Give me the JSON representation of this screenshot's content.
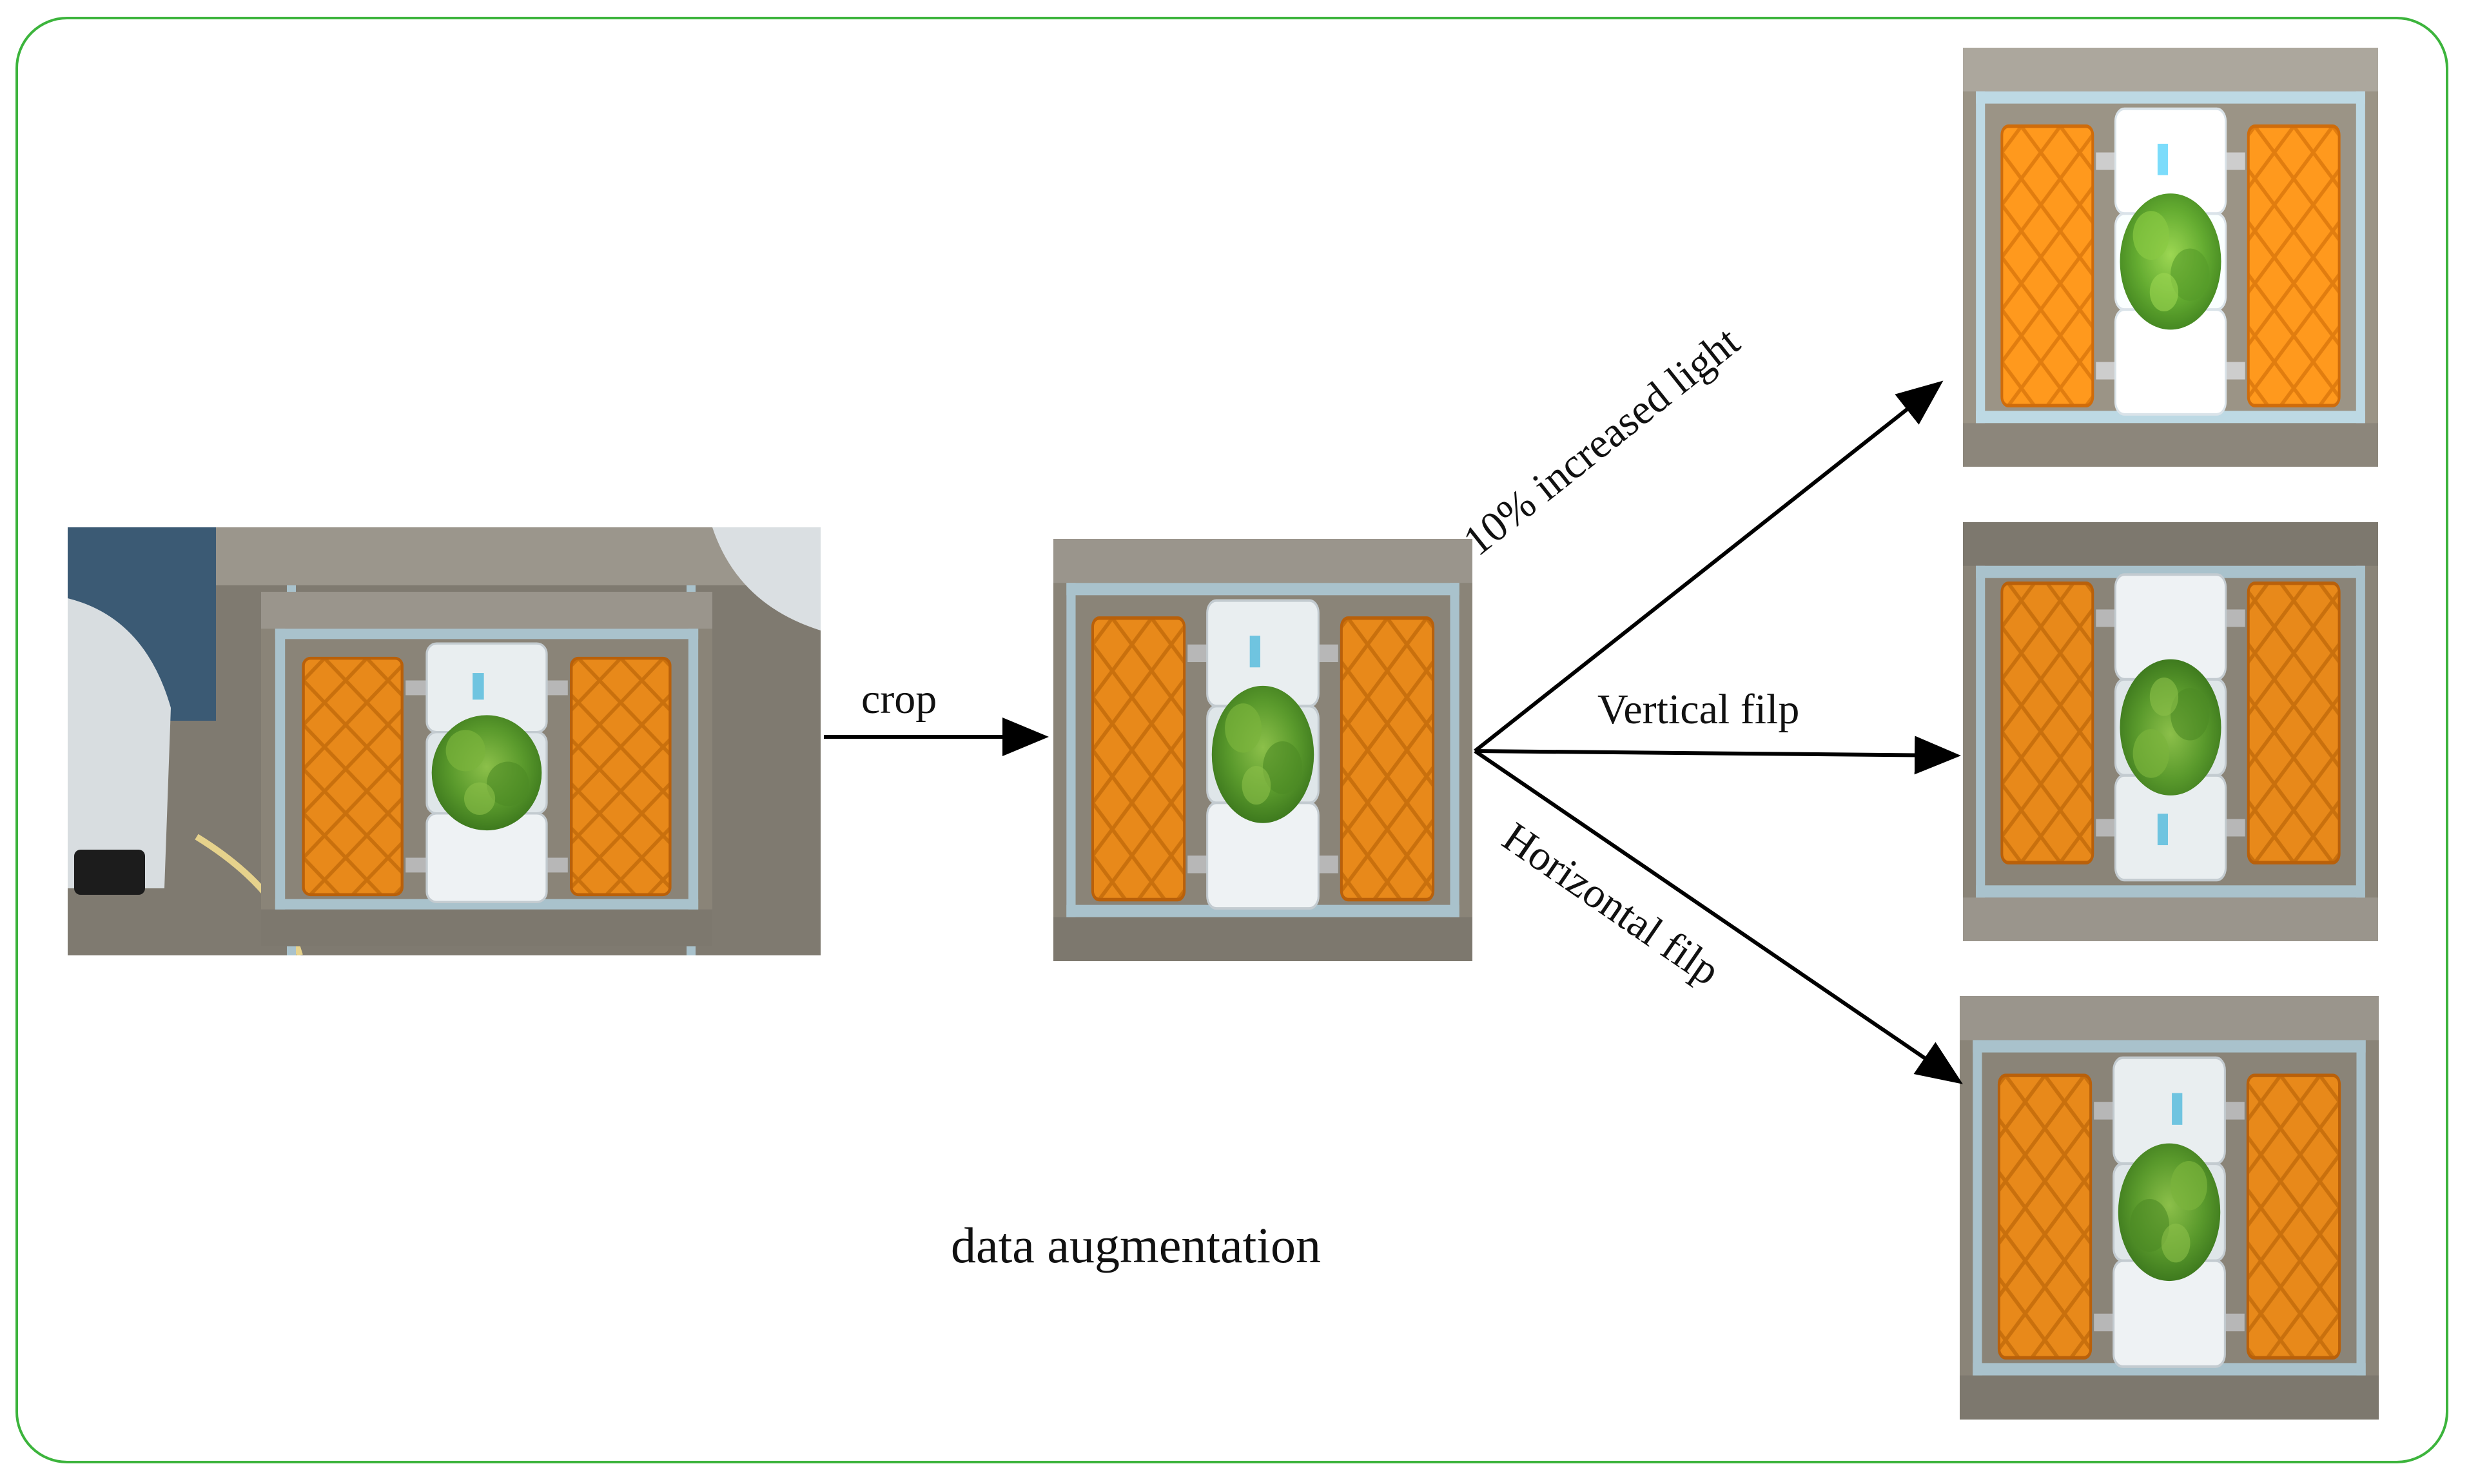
{
  "colors": {
    "frame_border": "#3cb43c",
    "arrow": "#000000",
    "tray_orange": "#e8891a",
    "container_white": "#e9eef0",
    "lettuce_green": "#5a9a2c",
    "floor_gray": "#8a8478",
    "rail_blue": "#a9c2cc"
  },
  "diagram": {
    "title": "data augmentation",
    "steps": {
      "crop": "crop",
      "light": "10% increased light",
      "vertical": "Vertical filp",
      "horizontal": "Horizontal filp"
    },
    "images": [
      {
        "id": "original",
        "icon": "lettuce-tray-photo"
      },
      {
        "id": "cropped",
        "icon": "lettuce-tray-photo"
      },
      {
        "id": "light",
        "icon": "lettuce-tray-photo"
      },
      {
        "id": "vertical",
        "icon": "lettuce-tray-photo"
      },
      {
        "id": "horizontal",
        "icon": "lettuce-tray-photo"
      }
    ]
  }
}
